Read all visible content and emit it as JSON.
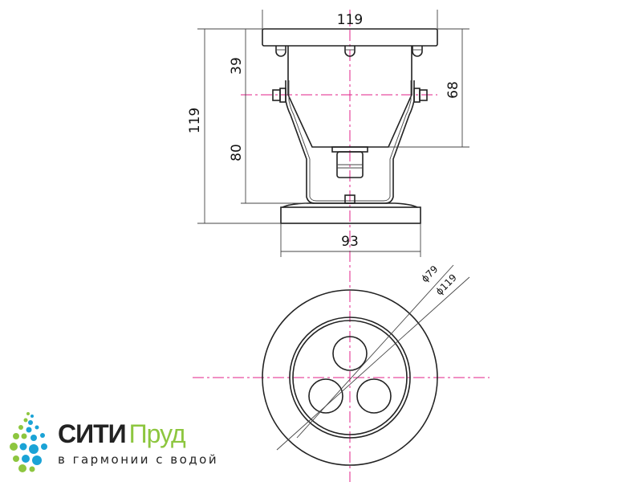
{
  "drawing": {
    "dimensions": {
      "top_width": "119",
      "overall_height": "119",
      "upper_height": "39",
      "lower_height": "80",
      "body_height": "68",
      "base_width": "93",
      "diameter_inner": "ϕ79",
      "diameter_outer": "ϕ119"
    }
  },
  "logo": {
    "brand_dark": "СИТИ",
    "brand_green": "Пруд",
    "tagline": "в гармонии с водой",
    "colors": {
      "dark": "#222222",
      "green": "#8dc63f",
      "blue": "#1aa3d6"
    }
  }
}
